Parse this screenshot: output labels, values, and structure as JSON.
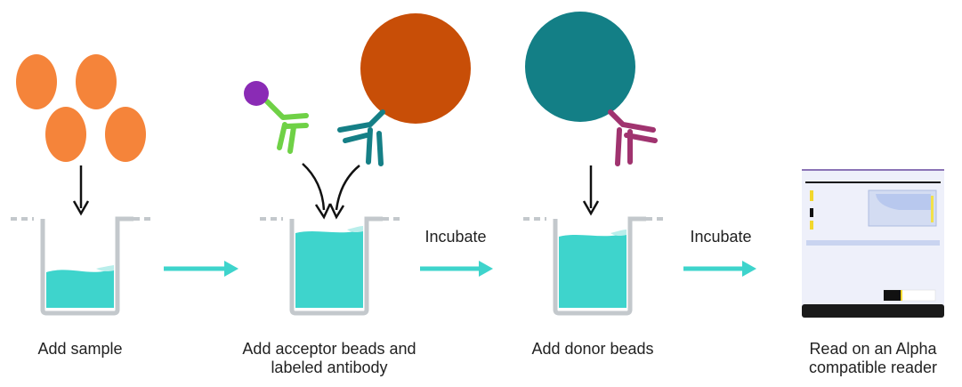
{
  "steps": [
    {
      "caption_lines": [
        "Add sample"
      ]
    },
    {
      "caption_lines": [
        "Add acceptor beads and",
        "labeled antibody"
      ]
    },
    {
      "caption_lines": [
        "Add donor beads"
      ]
    },
    {
      "caption_lines": [
        "Read on an Alpha",
        "compatible reader"
      ]
    }
  ],
  "arrow_labels": [
    "Incubate",
    "Incubate"
  ],
  "colors": {
    "sample": "#F5843A",
    "liquid": "#3ED4CC",
    "liquid_light": "#B9EEEB",
    "cup": "#C3C8CC",
    "acceptor_bead": "#C84E07",
    "donor_bead": "#137F86",
    "labeled_antibody": "#6FD146",
    "label": "#8A2BB5",
    "acceptor_antibody": "#157F86",
    "donor_antibody": "#A0336F",
    "flow_arrow": "#3ED4CC",
    "reader_body": "#EEF0FA"
  }
}
